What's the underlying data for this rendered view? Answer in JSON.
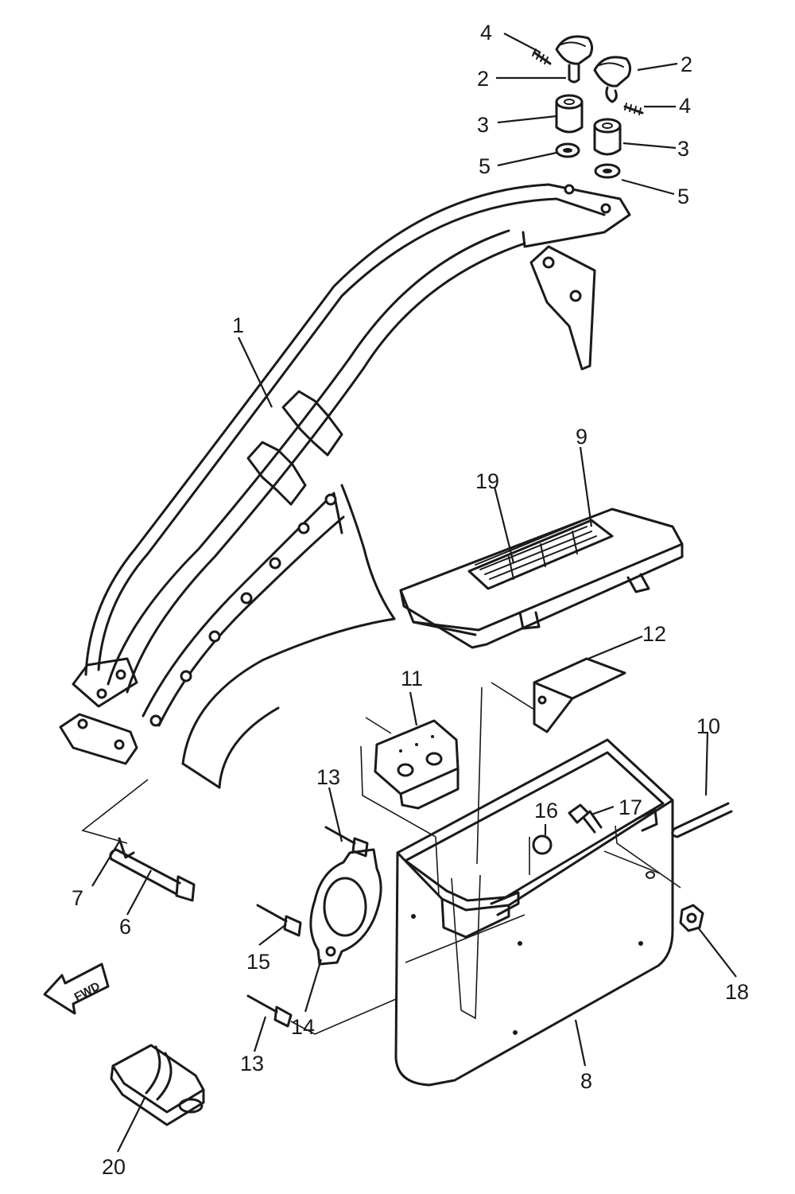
{
  "diagram": {
    "callouts": [
      "1",
      "2",
      "2",
      "3",
      "3",
      "4",
      "4",
      "5",
      "5",
      "6",
      "7",
      "8",
      "9",
      "10",
      "11",
      "12",
      "13",
      "13",
      "14",
      "15",
      "16",
      "17",
      "18",
      "19",
      "20"
    ],
    "forward_arrow": "FWD"
  }
}
